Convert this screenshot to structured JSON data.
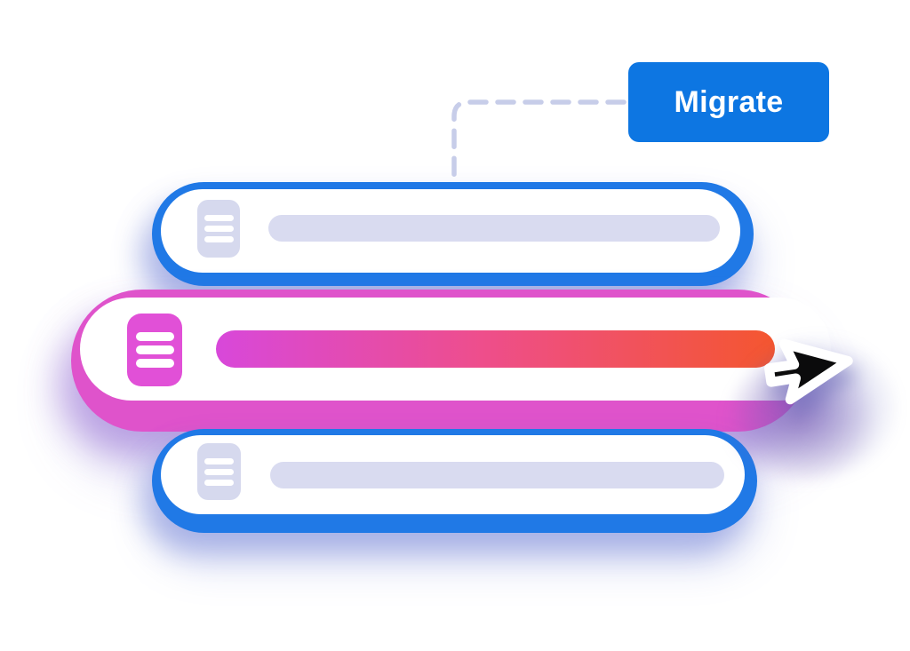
{
  "illustration": {
    "title": "migration-illustration",
    "migrate_button": {
      "label": "Migrate"
    },
    "connector": {
      "style": "dashed",
      "from": "migrate-button",
      "to": "row-1"
    },
    "rows": [
      {
        "id": "row-1",
        "state": "idle",
        "icon": "list-icon",
        "bar": "placeholder"
      },
      {
        "id": "row-2",
        "state": "migrating",
        "icon": "list-icon",
        "bar": "gradient-progress"
      },
      {
        "id": "row-3",
        "state": "idle",
        "icon": "list-icon",
        "bar": "placeholder"
      }
    ],
    "cursor": {
      "type": "arrow-pointer",
      "target": "row-2"
    }
  },
  "colors": {
    "button_blue": "#0d76e2",
    "row_accent_blue": "#2079e6",
    "row_accent_pink": "#df53cb",
    "placeholder_lavender": "#d9dbf0",
    "icon_lavender": "#d6d9ee",
    "icon_pink": "#e150d7",
    "bar_gradient_start": "#d848da",
    "bar_gradient_mid": "#ee4e8b",
    "bar_gradient_end": "#f4562f",
    "dash_color": "#c7cde9",
    "cursor_fill": "#0b0b0c",
    "cursor_outline": "#ffffff"
  }
}
